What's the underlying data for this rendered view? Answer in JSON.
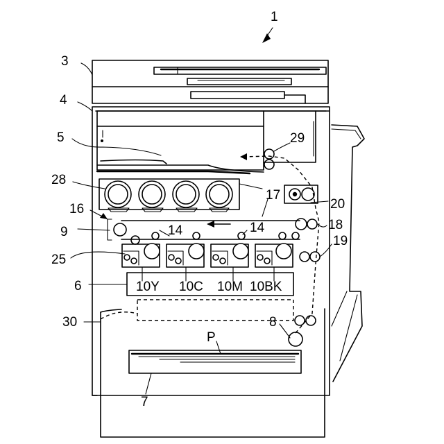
{
  "labels": {
    "l1": "1",
    "l3": "3",
    "l4": "4",
    "l5": "5",
    "l6": "6",
    "l7": "7",
    "l8": "8",
    "l9": "9",
    "l14a": "14",
    "l14b": "14",
    "l16": "16",
    "l17": "17",
    "l18": "18",
    "l19": "19",
    "l20": "20",
    "l25": "25",
    "l28": "28",
    "l29": "29",
    "l30": "30",
    "lP": "P",
    "l10Y": "10Y",
    "l10C": "10C",
    "l10M": "10M",
    "l10BK": "10BK"
  }
}
